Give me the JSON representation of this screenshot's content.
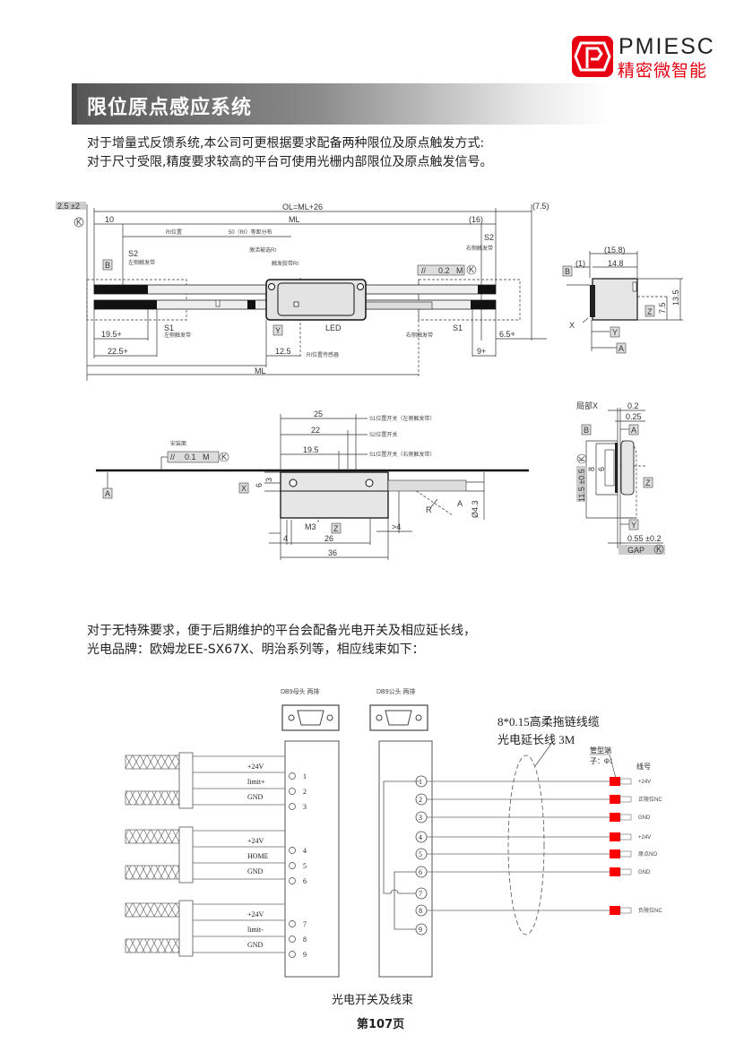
{
  "brand": {
    "name_en": "PMIESC",
    "name_cn": "精密微智能",
    "color": "#e60012"
  },
  "section_title": "限位原点感应系统",
  "intro": [
    "对于增量式反馈系统,本公司可更根据要求配备两种限位及原点触发方式:",
    "对于尺寸受限,精度要求较高的平台可使用光栅内部限位及原点触发信号。"
  ],
  "drawing_top": {
    "tol_k": "2.5 ±2",
    "k": "K",
    "ol": "OL=ML+26",
    "right_off": "(7.5)",
    "ml": "ML",
    "d10": "10",
    "d16": "(16)",
    "ri_pos": "RI位置",
    "ri_dist": "50（RI）等距分布",
    "ri_select": "激活被选RI",
    "ri_tape": "触发胶带RI",
    "s2": "S2",
    "s1": "S1",
    "left_tape": "左侧触发带",
    "right_tape": "右侧触发带",
    "datum_b": "B",
    "datum_y": "Y",
    "datum_a": "A",
    "datum_z": "Z",
    "datum_x": "X",
    "par_sym": "//",
    "par_val": "0.2",
    "par_m": "M",
    "led": "LED",
    "d195": "19.5+",
    "d225": "22.5+",
    "d125": "12.5",
    "ri_sensor": "RI位置传感器",
    "d9": "9+",
    "d65": "6.5+",
    "ml2": "ML",
    "side": {
      "d158": "(15.8)",
      "d148": "14.8",
      "d1": "(1)",
      "d75": "7.5",
      "d135": "13.5"
    }
  },
  "drawing_mid": {
    "d25": "25",
    "d22": "22",
    "d195": "19.5",
    "s1_left": "S1位置开关（左侧触发带）",
    "s2": "S2位置开关",
    "s1_right": "S1位置开关（右侧触发带）",
    "mount": "安装面",
    "par_val": "0.1",
    "par_m": "M",
    "k": "K",
    "d3": "3",
    "d6": "6",
    "m3": "M3",
    "d4": "4",
    "d26": "26",
    "d36": "36",
    "gt4": ">4",
    "r": "R",
    "a": "A",
    "dia": "Ø4.3",
    "datum_a": "A",
    "datum_x": "X",
    "datum_z": "Z",
    "detail": {
      "title": "局部X",
      "d02": "0.2",
      "d025": "0.25",
      "d115": "11.5 ±0.5",
      "d8": "8",
      "d6": "6",
      "gap_val": "0.55 ±0.2",
      "gap": "GAP",
      "k": "K",
      "b": "B",
      "a": "A",
      "z": "Z",
      "y": "Y"
    }
  },
  "note": [
    "对于无特殊要求，便于后期维护的平台会配备光电开关及相应延长线，",
    "光电品牌：欧姆龙EE-SX67X、明治系列等，相应线束如下："
  ],
  "wiring": {
    "db9_female": "DB9母头 两排",
    "db9_male": "DB9公头 两排",
    "cable_spec": "8*0.15高柔拖链线缆",
    "cable_name": "光电延长线 3M",
    "ferrule": [
      "管型端",
      "子：Φ1"
    ],
    "wire_no": "线号",
    "left_groups": [
      {
        "labels": [
          "+24V",
          "limit+",
          "GND"
        ],
        "pins": [
          "1",
          "2",
          "3"
        ]
      },
      {
        "labels": [
          "+24V",
          "HOME",
          "GND"
        ],
        "pins": [
          "4",
          "5",
          "6"
        ]
      },
      {
        "labels": [
          "+24V",
          "limit-",
          "GND"
        ],
        "pins": [
          "7",
          "8",
          "9"
        ]
      }
    ],
    "right_pins": [
      "1",
      "2",
      "3",
      "4",
      "5",
      "6",
      "7",
      "8",
      "9"
    ],
    "right_labels": [
      "+24V",
      "正限位NC",
      "GND",
      "+24V",
      "原点NO",
      "GND",
      "",
      "负限位NC",
      ""
    ],
    "ferrule_color": "#ff0000"
  },
  "caption": "光电开关及线束",
  "page": "第107页"
}
